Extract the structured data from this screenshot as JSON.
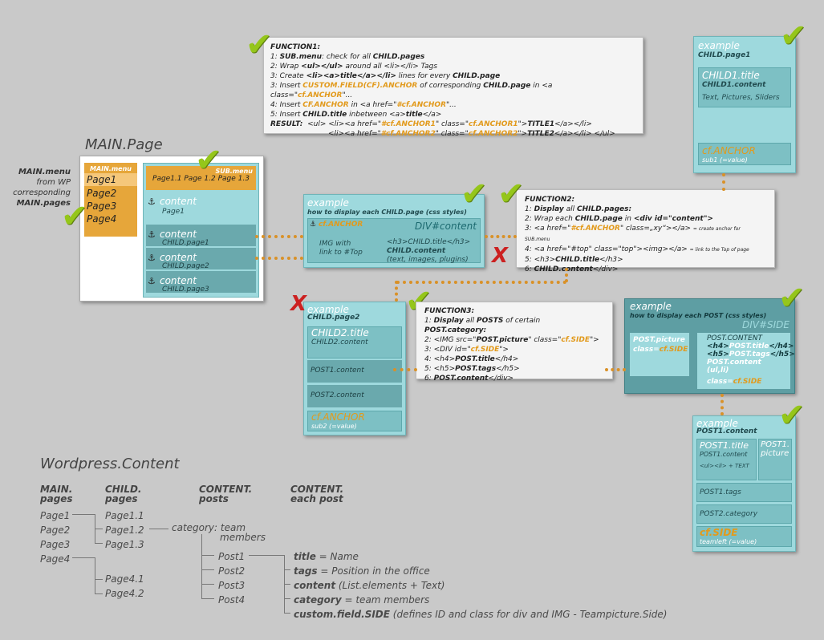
{
  "function1": {
    "title": "FUNCTION1:",
    "lines": [
      [
        "1: ",
        "SUB.menu",
        ": check for all ",
        "CHILD.pages",
        "",
        ""
      ],
      [
        "2: Wrap ",
        "<ul></ul>",
        " around all <li></li> Tags",
        "",
        "",
        ""
      ],
      [
        "3: Create ",
        "<li><a>title</a></li>",
        " lines for every ",
        "CHILD.page",
        "",
        ""
      ],
      [
        "4: Insert ",
        "CF.ANCHOR",
        " in <a href=\"",
        "#cf.ANCHOR",
        "\"...",
        ""
      ],
      [
        "5: Insert ",
        "CHILD.title",
        " inbetween <a>",
        "title",
        "</a>",
        ""
      ]
    ],
    "line3_full": "3: Insert CUSTOM.FIELD(CF).ANCHOR of corresponding CHILD.page in <a class=\"cf.ANCHOR\"...",
    "result_label": "RESULT:",
    "result_line1": "<ul> <li><a href=\"#cf.ANCHOR1\" class=\"cf.ANCHOR1\">TITLE1</a></li>",
    "result_line2": "<li><a href=\"#cf.ANCHOR2\" class=\"cf.ANCHOR2\">TITLE2</a></li> </ul>"
  },
  "function2": {
    "title": "FUNCTION2:",
    "l1": "1: Display all CHILD.pages:",
    "l2": "2: Wrap each CHILD.page in <div id=\"content\">",
    "l3": "3: <a href=\"#cf.ANCHOR\" class=„xy“></a>",
    "l3_note": "= create anchor for SUB.menu",
    "l4": "4: <a href=\"#top\" class=\"top\"><img></a>",
    "l4_note": "= link to the Top of page",
    "l5": "5: <h3>CHILD.title</h3>",
    "l6": "6: CHILD.content</div>"
  },
  "function3": {
    "title": "FUNCTION3:",
    "l1": "1: Display all POSTS of certain POST.category:",
    "l2": "2: <IMG src=\"POST.picture\" class=\"cf.SIDE\">",
    "l3": "3: <DIV id=\"cf.SIDE\">",
    "l4": "4: <h4>POST.title</h4>",
    "l5": "5: <h5>POST.tags</h5>",
    "l6": "6: POST.content</div>"
  },
  "main_page": {
    "title": "MAIN.Page",
    "main_menu_label": "MAIN.menu",
    "pages": [
      "Page1",
      "Page2",
      "Page3",
      "Page4"
    ],
    "sub_menu_label": "SUB.menu",
    "sub_menu_items": "Page1.1 Page 1.2 Page 1.3",
    "content_label": "content",
    "content_page": "Page1",
    "child_contents": [
      "CHILD.page1",
      "CHILD.page2",
      "CHILD.page3"
    ]
  },
  "side_note": {
    "l1": "MAIN.menu",
    "l2": "from WP",
    "l3": "corresponding",
    "l4": "MAIN.pages"
  },
  "example_child1": {
    "title": "example",
    "sub": "CHILD.page1",
    "child_title": "CHILD1.title",
    "child_content": "CHILD1.content",
    "text": "Text, Pictures, Sliders",
    "anchor": "cf.ANCHOR",
    "anchor_sub": "sub1 (=value)"
  },
  "example_display": {
    "title": "example",
    "sub": "how to display each CHILD.page (css styles)",
    "anchor": "cf.ANCHOR",
    "div": "DIV#content",
    "img_l1": "IMG with",
    "img_l2": "link to #Top",
    "h3": "<h3>CHILD.title</h3>",
    "content": "CHILD.content",
    "content_note": "(text, images, plugins)"
  },
  "example_child2": {
    "title": "example",
    "sub": "CHILD.page2",
    "child_title": "CHILD2.title",
    "child_content": "CHILD2.content",
    "post1": "POST1.content",
    "post2": "POST2.content",
    "anchor": "cf.ANCHOR",
    "anchor_sub": "sub2 (=value)"
  },
  "example_post": {
    "title": "example",
    "sub": "how to display each POST (css styles)",
    "div": "DIV#SIDE",
    "picture": "POST.picture",
    "picture_class": "class=cf.SIDE",
    "content_label": "POST.CONTENT",
    "h4": "<h4>POST.title</h4>",
    "h5": "<h5>POST.tags</h5>",
    "content_ul": "POST.content (ul,li)",
    "class_side": "class=cf.SIDE"
  },
  "example_post1": {
    "title": "example",
    "sub": "POST1.content",
    "post_title": "POST1.title",
    "post_content": "POST1.content",
    "ul": "<ul><li> + TEXT",
    "picture": "POST1. picture",
    "tags": "POST1.tags",
    "category": "POST2.category",
    "side": "cf.SIDE",
    "side_sub": "teamleft (=value)"
  },
  "wp_content": {
    "title": "Wordpress.Content",
    "headers": [
      "MAIN. pages",
      "CHILD. pages",
      "CONTENT. posts",
      "CONTENT. each post"
    ],
    "main_pages": [
      "Page1",
      "Page2",
      "Page3",
      "Page4"
    ],
    "child_pages_1": [
      "Page1.1",
      "Page1.2",
      "Page1.3"
    ],
    "child_pages_4": [
      "Page4.1",
      "Page4.2"
    ],
    "category": "category: team members",
    "posts": [
      "Post1",
      "Post2",
      "Post3",
      "Post4"
    ],
    "fields": [
      {
        "key": "title",
        "rest": " = Name"
      },
      {
        "key": "tags",
        "rest": " = Position in the office"
      },
      {
        "key": "content",
        "rest": " (List.elements + Text)"
      },
      {
        "key": "category",
        "rest": " = team members"
      },
      {
        "key": "custom.field.SIDE",
        "rest": " (defines ID and class for div and IMG - Teampicture.Side)"
      }
    ]
  },
  "marks": {
    "check": "✔",
    "cross": "X",
    "anchor_icon": "⚓"
  },
  "colors": {
    "background": "#c9c9c9",
    "teal": "#9ed9dd",
    "teal_dark": "#5e9ea3",
    "orange": "#e29a1c",
    "check_green": "#95c61a",
    "cross_red": "#cc2020"
  }
}
